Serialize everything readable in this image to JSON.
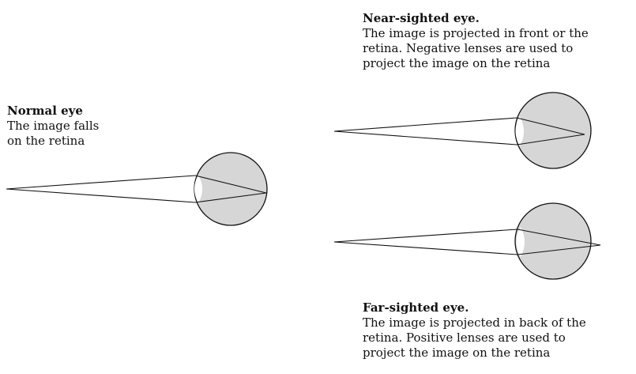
{
  "captions": {
    "normal": {
      "title": "Normal eye",
      "lines": [
        "The image falls",
        "on the retina"
      ]
    },
    "near": {
      "title": "Near-sighted eye.",
      "lines": [
        "The image is projected in front or the",
        "retina. Negative lenses are used to",
        "project the image on the retina"
      ]
    },
    "far": {
      "title": "Far-sighted eye.",
      "lines": [
        "The image is projected in back of the",
        "retina. Positive lenses are used to",
        "project the image on the retina"
      ]
    }
  },
  "colors": {
    "eyeball_fill": "#d6d6d6",
    "lens_fill": "#ffffff",
    "ink": "#111111"
  }
}
